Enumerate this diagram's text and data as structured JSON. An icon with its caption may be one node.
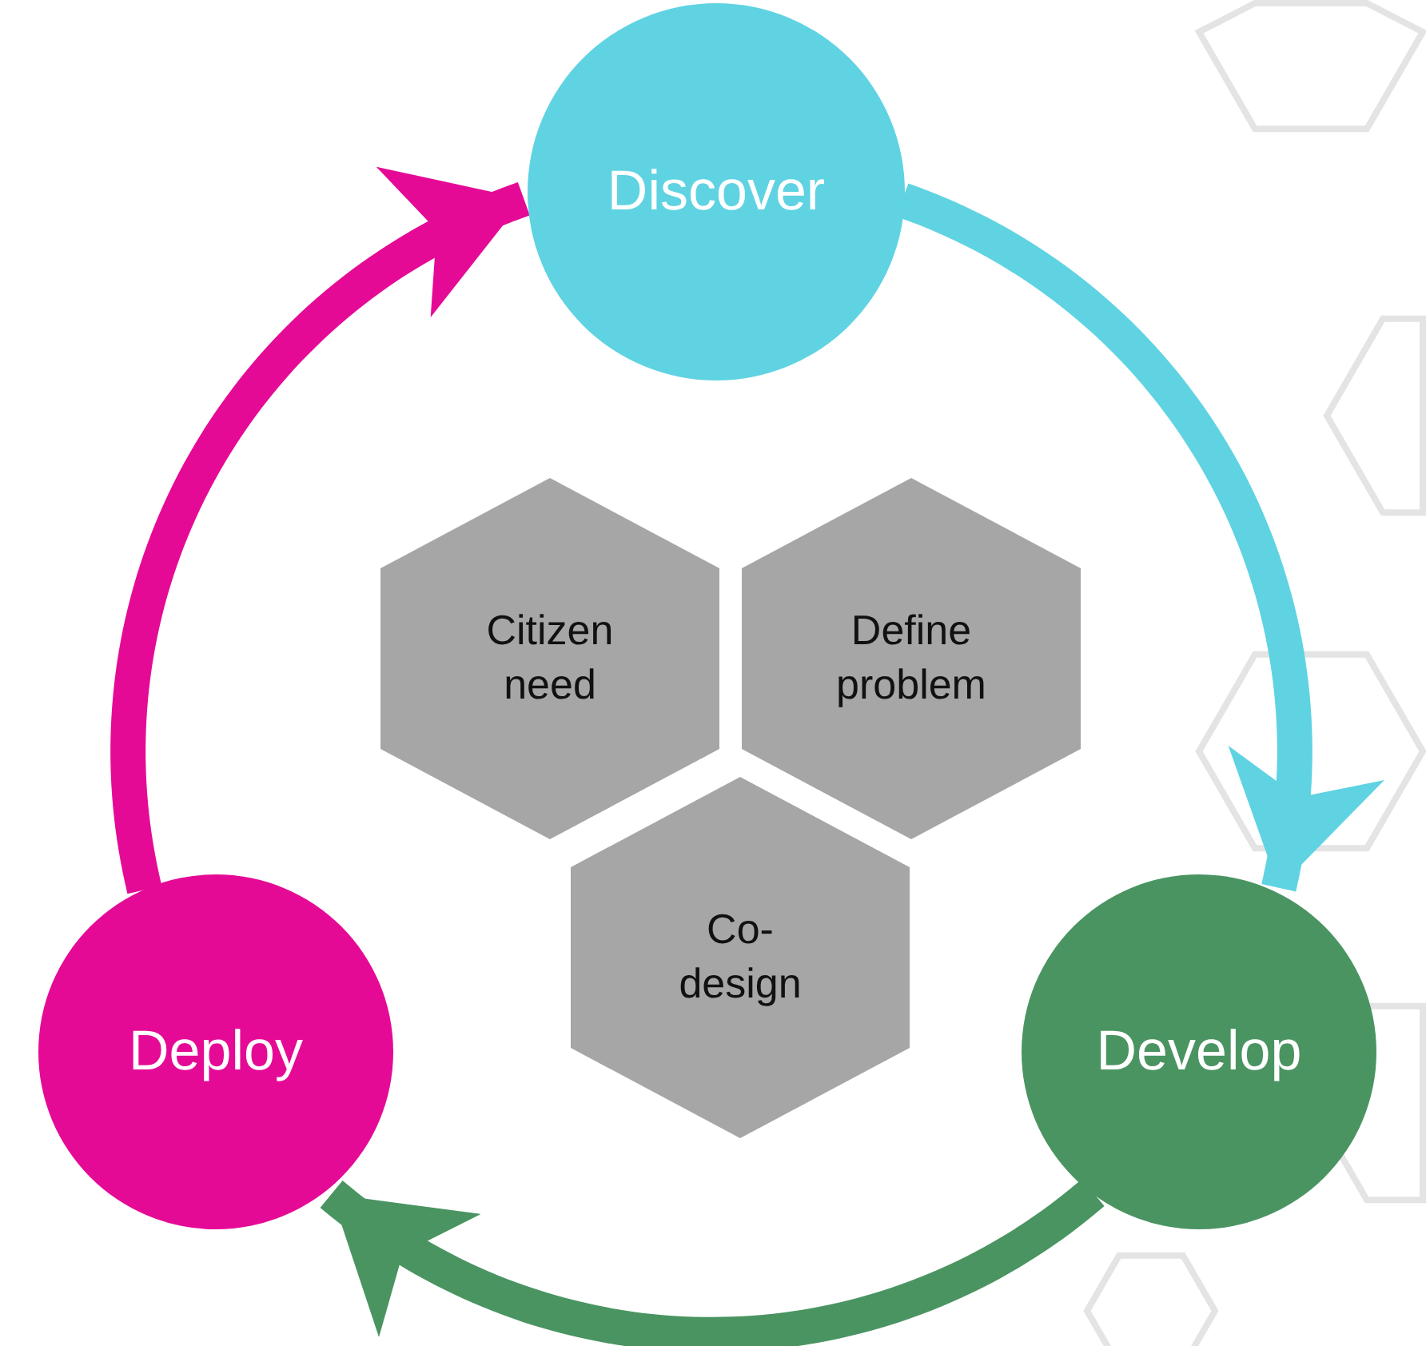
{
  "diagram": {
    "nodes": [
      {
        "text": [
          "Discover"
        ]
      },
      {
        "text": [
          "Develop"
        ]
      },
      {
        "text": [
          "Deploy"
        ]
      },
      {
        "text": [
          "Citizen need"
        ]
      },
      {
        "text": [
          "Define problem"
        ]
      },
      {
        "text": [
          "Co-design"
        ]
      }
    ],
    "edges": [
      {
        "from": 0,
        "to": 1,
        "arrow": "to",
        "color": "#5fd3e2"
      },
      {
        "from": 1,
        "to": 2,
        "arrow": "to",
        "color": "#4a9462"
      },
      {
        "from": 2,
        "to": 0,
        "arrow": "to",
        "color": "#e50a96"
      }
    ]
  }
}
